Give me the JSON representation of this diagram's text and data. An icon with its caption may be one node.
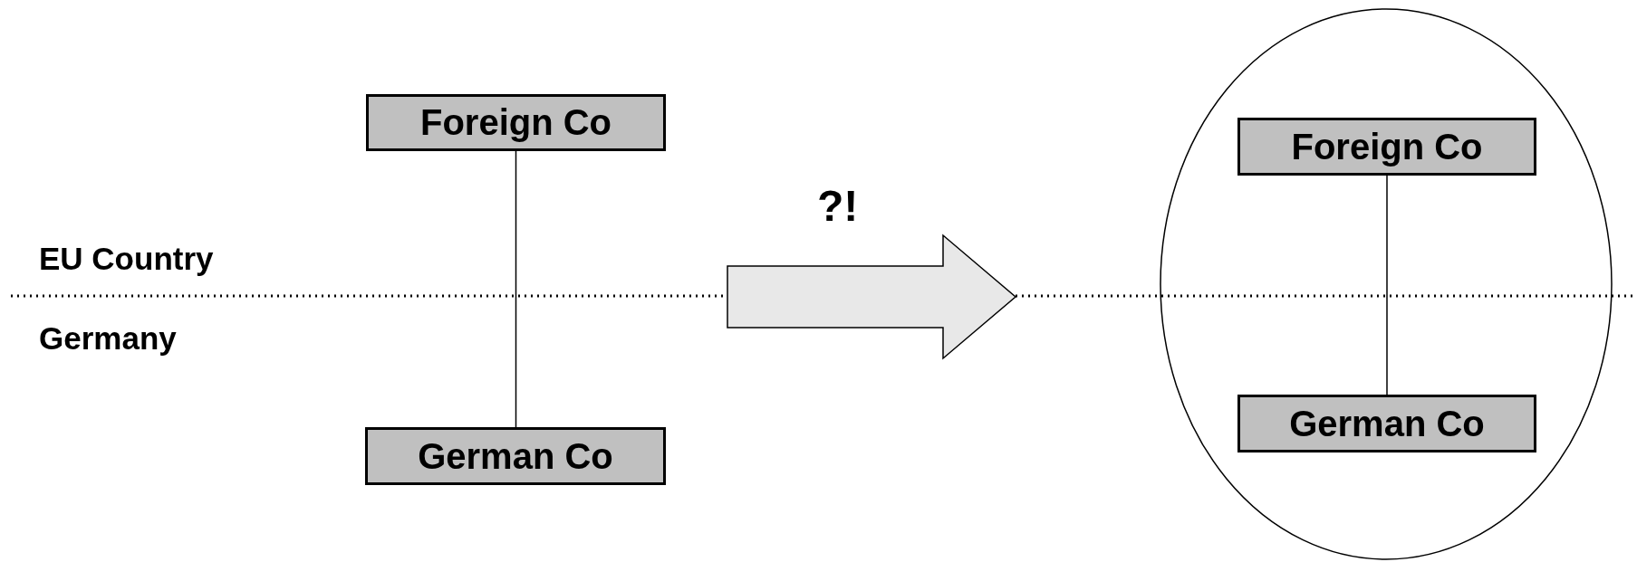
{
  "diagram": {
    "nodes": [
      {
        "text": [
          "Foreign Co"
        ]
      },
      {
        "text": [
          "German Co"
        ]
      },
      {
        "text": [],
        "shape": "ellipse"
      },
      {
        "text": [
          "Foreign Co"
        ],
        "in": 2
      },
      {
        "text": [
          "German Co"
        ],
        "in": 2
      }
    ],
    "edges": [
      {
        "from": 0,
        "to": 1,
        "arrow": "none"
      },
      {
        "from": 3,
        "to": 4,
        "arrow": "none"
      }
    ],
    "labels": [
      "?!",
      "EU Country",
      "Germany"
    ]
  }
}
